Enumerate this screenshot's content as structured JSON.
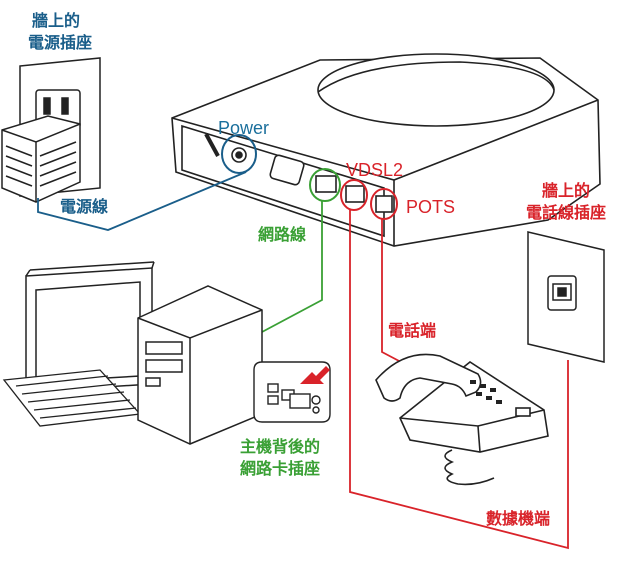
{
  "labels": {
    "wall_power_outlet_line1": "牆上的",
    "wall_power_outlet_line2": "電源插座",
    "power_port": "Power",
    "power_cord": "電源線",
    "vdsl2_port": "VDSL2",
    "pots_port": "POTS",
    "wall_phone_jack_line1": "牆上的",
    "wall_phone_jack_line2": "電話線插座",
    "network_cable": "網路線",
    "phone_end": "電話端",
    "pc_nic_socket_line1": "主機背後的",
    "pc_nic_socket_line2": "網路卡插座",
    "data_end": "數據機端"
  },
  "colors": {
    "power_line": "#1a5e8a",
    "network_line": "#3aa035",
    "phone_line": "#d9232a",
    "outline": "#222222"
  },
  "icons": [
    "wall-outlet-icon",
    "power-adapter-icon",
    "modem-icon",
    "computer-monitor-icon",
    "keyboard-icon",
    "pc-tower-icon",
    "telephone-icon",
    "wall-phone-jack-icon",
    "arrow-icon"
  ]
}
